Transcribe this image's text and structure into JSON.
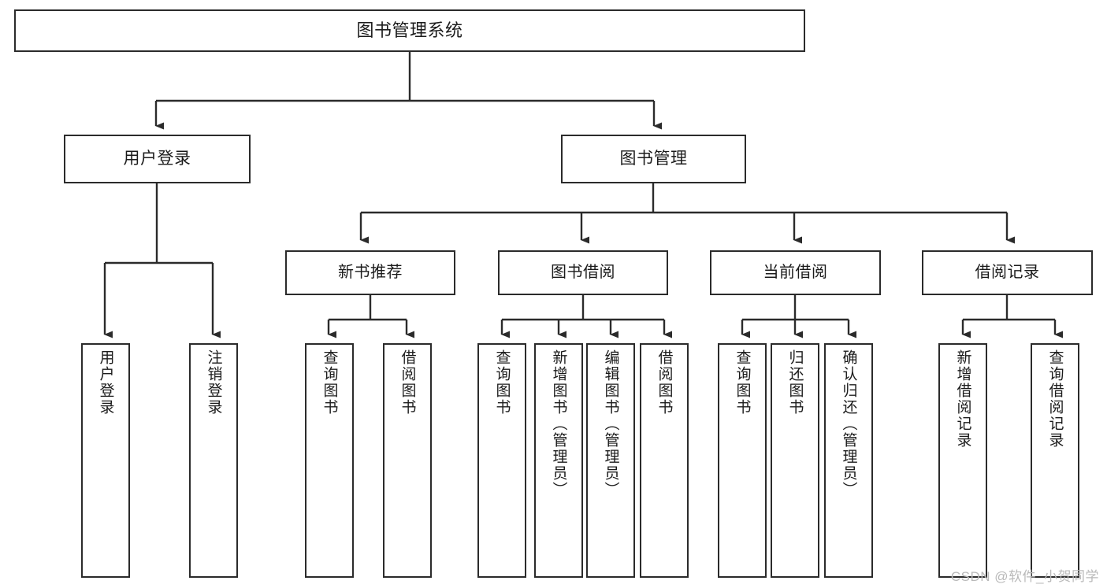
{
  "diagram": {
    "title": "图书管理系统",
    "type": "tree-hierarchy-chart",
    "root": {
      "label": "图书管理系统"
    },
    "level2": [
      {
        "label": "用户登录"
      },
      {
        "label": "图书管理"
      }
    ],
    "level3": [
      {
        "label": "新书推荐"
      },
      {
        "label": "图书借阅"
      },
      {
        "label": "当前借阅"
      },
      {
        "label": "借阅记录"
      }
    ],
    "leaves": [
      {
        "label": "用户登录"
      },
      {
        "label": "注销登录"
      },
      {
        "label": "查询图书"
      },
      {
        "label": "借阅图书"
      },
      {
        "label": "查询图书"
      },
      {
        "label": "新增图书（管理员）"
      },
      {
        "label": "编辑图书（管理员）"
      },
      {
        "label": "借阅图书"
      },
      {
        "label": "查询图书"
      },
      {
        "label": "归还图书"
      },
      {
        "label": "确认归还（管理员）"
      },
      {
        "label": "新增借阅记录"
      },
      {
        "label": "查询借阅记录"
      }
    ],
    "colors": {
      "stroke": "#2b2b2b",
      "fill": "#ffffff",
      "text": "#1b1b1b",
      "watermark": "#b9b9b9"
    }
  },
  "watermark": {
    "text": "CSDN @软件_小贺同学"
  }
}
